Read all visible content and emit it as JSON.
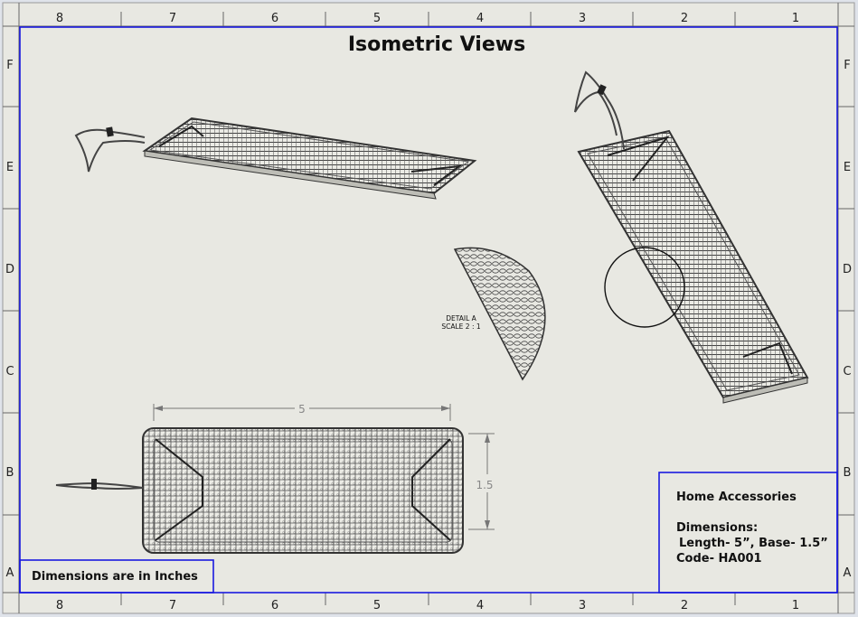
{
  "sheet": {
    "title": "Isometric Views",
    "column_zones": [
      "8",
      "7",
      "6",
      "5",
      "4",
      "3",
      "2",
      "1"
    ],
    "row_zones": [
      "F",
      "E",
      "D",
      "C",
      "B",
      "A"
    ],
    "note": "Dimensions are in Inches",
    "detail_label": "DETAIL A",
    "detail_scale": "SCALE 2 : 1",
    "dim_length": "5",
    "dim_width": "1.5"
  },
  "title_block": {
    "product": "Home Accessories",
    "dimensions_heading": "Dimensions:",
    "dimensions_value": "Length- 5”, Base- 1.5”",
    "code": "Code- HA001"
  },
  "colors": {
    "paper": "#e8e8e2",
    "frame": "#1a1ae0",
    "line": "#333333"
  }
}
